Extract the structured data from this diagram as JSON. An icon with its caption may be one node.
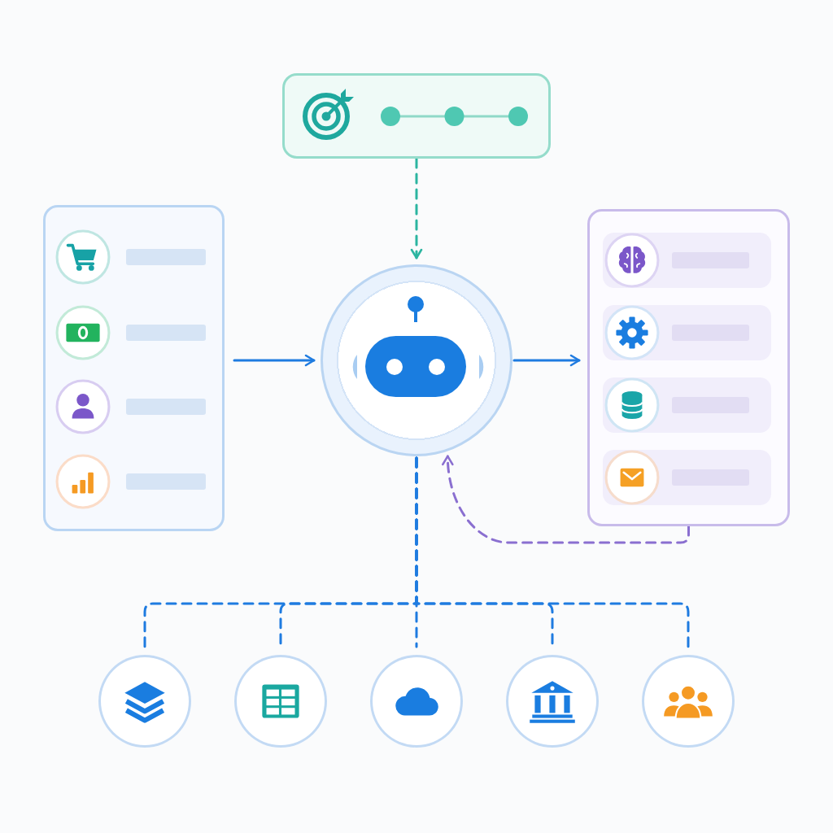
{
  "diagram": {
    "nodes": [
      {
        "text": [],
        "shape": "box"
      },
      {
        "text": [],
        "shape": "box"
      },
      {
        "text": [],
        "shape": "circle"
      },
      {
        "text": [],
        "shape": "box"
      },
      {
        "text": [],
        "shape": "circle"
      },
      {
        "text": [],
        "shape": "circle"
      },
      {
        "text": [],
        "shape": "circle"
      },
      {
        "text": [],
        "shape": "circle"
      },
      {
        "text": [],
        "shape": "circle"
      }
    ],
    "edges": [
      {
        "from": 0,
        "to": 2,
        "arrow": "to",
        "style": "dashed",
        "color": "#2bb5a0"
      },
      {
        "from": 1,
        "to": 2,
        "arrow": "to"
      },
      {
        "from": 2,
        "to": 3,
        "arrow": "to"
      },
      {
        "from": 3,
        "to": 2,
        "arrow": "to",
        "style": "dashed",
        "color": "#8a6fd0"
      },
      {
        "from": 2,
        "to": 4,
        "arrow": "none",
        "style": "dashed"
      },
      {
        "from": 2,
        "to": 5,
        "arrow": "none",
        "style": "dashed"
      },
      {
        "from": 2,
        "to": 6,
        "arrow": "none",
        "style": "dashed"
      },
      {
        "from": 2,
        "to": 7,
        "arrow": "none",
        "style": "dashed"
      },
      {
        "from": 2,
        "to": 8,
        "arrow": "none",
        "style": "dashed"
      }
    ]
  }
}
